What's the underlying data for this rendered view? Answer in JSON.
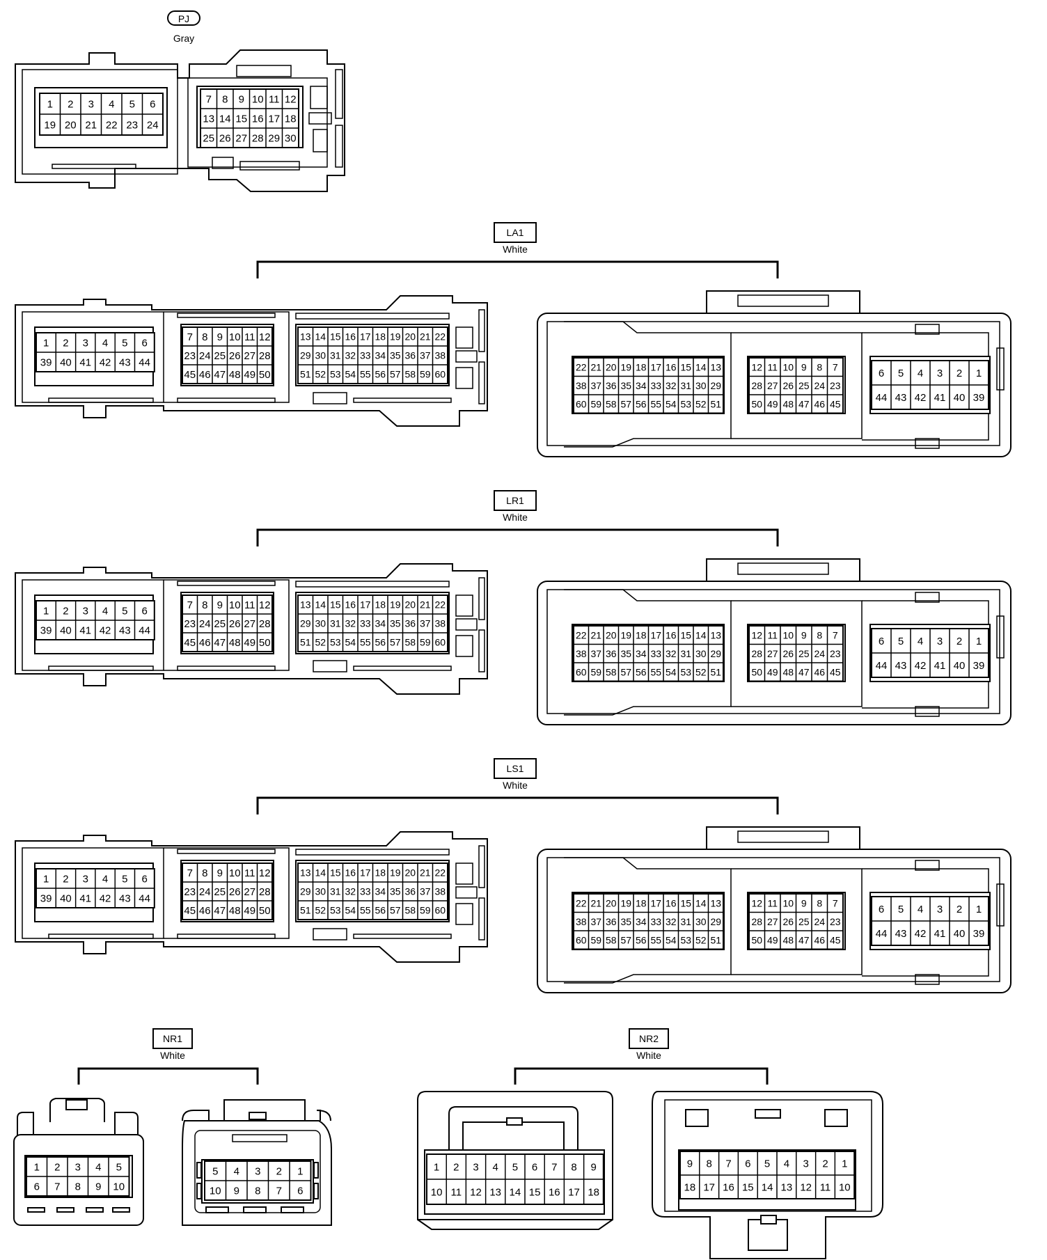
{
  "connectors": {
    "pj": {
      "name": "PJ",
      "color": "Gray"
    },
    "la1": {
      "name": "LA1",
      "color": "White"
    },
    "lr1": {
      "name": "LR1",
      "color": "White"
    },
    "ls1": {
      "name": "LS1",
      "color": "White"
    },
    "nr1": {
      "name": "NR1",
      "color": "White"
    },
    "nr2": {
      "name": "NR2",
      "color": "White"
    }
  },
  "pins": {
    "pj_left": [
      [
        "1",
        "2",
        "3",
        "4",
        "5",
        "6"
      ],
      [
        "19",
        "20",
        "21",
        "22",
        "23",
        "24"
      ]
    ],
    "pj_right": [
      [
        "7",
        "8",
        "9",
        "10",
        "11",
        "12"
      ],
      [
        "13",
        "14",
        "15",
        "16",
        "17",
        "18"
      ],
      [
        "25",
        "26",
        "27",
        "28",
        "29",
        "30"
      ]
    ],
    "m_a": [
      [
        "1",
        "2",
        "3",
        "4",
        "5",
        "6"
      ],
      [
        "39",
        "40",
        "41",
        "42",
        "43",
        "44"
      ]
    ],
    "m_b": [
      [
        "7",
        "8",
        "9",
        "10",
        "11",
        "12"
      ],
      [
        "23",
        "24",
        "25",
        "26",
        "27",
        "28"
      ],
      [
        "45",
        "46",
        "47",
        "48",
        "49",
        "50"
      ]
    ],
    "m_c": [
      [
        "13",
        "14",
        "15",
        "16",
        "17",
        "18",
        "19",
        "20",
        "21",
        "22"
      ],
      [
        "29",
        "30",
        "31",
        "32",
        "33",
        "34",
        "35",
        "36",
        "37",
        "38"
      ],
      [
        "51",
        "52",
        "53",
        "54",
        "55",
        "56",
        "57",
        "58",
        "59",
        "60"
      ]
    ],
    "f_a": [
      [
        "22",
        "21",
        "20",
        "19",
        "18",
        "17",
        "16",
        "15",
        "14",
        "13"
      ],
      [
        "38",
        "37",
        "36",
        "35",
        "34",
        "33",
        "32",
        "31",
        "30",
        "29"
      ],
      [
        "60",
        "59",
        "58",
        "57",
        "56",
        "55",
        "54",
        "53",
        "52",
        "51"
      ]
    ],
    "f_b": [
      [
        "12",
        "11",
        "10",
        "9",
        "8",
        "7"
      ],
      [
        "28",
        "27",
        "26",
        "25",
        "24",
        "23"
      ],
      [
        "50",
        "49",
        "48",
        "47",
        "46",
        "45"
      ]
    ],
    "f_c": [
      [
        "6",
        "5",
        "4",
        "3",
        "2",
        "1"
      ],
      [
        "44",
        "43",
        "42",
        "41",
        "40",
        "39"
      ]
    ],
    "nr1_m": [
      [
        "1",
        "2",
        "3",
        "4",
        "5"
      ],
      [
        "6",
        "7",
        "8",
        "9",
        "10"
      ]
    ],
    "nr1_f": [
      [
        "5",
        "4",
        "3",
        "2",
        "1"
      ],
      [
        "10",
        "9",
        "8",
        "7",
        "6"
      ]
    ],
    "nr2_m": [
      [
        "1",
        "2",
        "3",
        "4",
        "5",
        "6",
        "7",
        "8",
        "9"
      ],
      [
        "10",
        "11",
        "12",
        "13",
        "14",
        "15",
        "16",
        "17",
        "18"
      ]
    ],
    "nr2_f": [
      [
        "9",
        "8",
        "7",
        "6",
        "5",
        "4",
        "3",
        "2",
        "1"
      ],
      [
        "18",
        "17",
        "16",
        "15",
        "14",
        "13",
        "12",
        "11",
        "10"
      ]
    ]
  }
}
